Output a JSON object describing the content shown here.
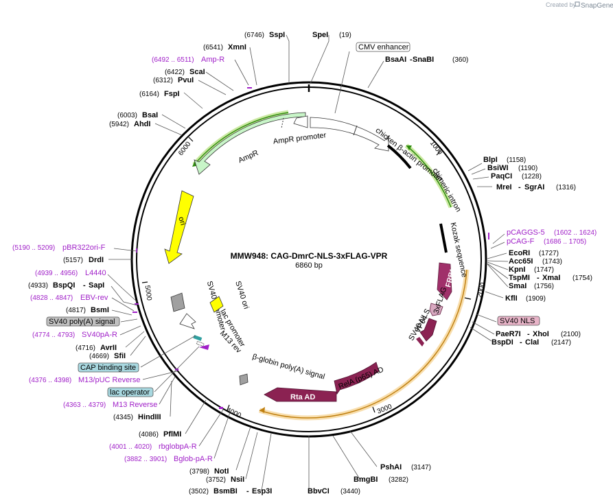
{
  "credit": {
    "prefix": "Created by",
    "brand": "SnapGene"
  },
  "map": {
    "name": "MMW948: CAG-DmrC-NLS-3xFLAG-VPR",
    "size_label": "6860 bp"
  },
  "ticks": [
    "1000",
    "2000",
    "3000",
    "4000",
    "5000",
    "6000"
  ],
  "sites": [
    {
      "name": "SspI",
      "pos": "(6746)"
    },
    {
      "name": "SpeI",
      "pos": "(19)"
    },
    {
      "name": "XmnI",
      "pos": "(6541)"
    },
    {
      "name": "BsaAI",
      "pos": "",
      "name2": "SnaBI",
      "pos2": "(360)"
    },
    {
      "name": "ScaI",
      "pos": "(6422)"
    },
    {
      "name": "PvuI",
      "pos": "(6312)"
    },
    {
      "name": "FspI",
      "pos": "(6164)"
    },
    {
      "name": "BsaI",
      "pos": "(6003)"
    },
    {
      "name": "AhdI",
      "pos": "(5942)"
    },
    {
      "name": "BlpI",
      "pos": "(1158)"
    },
    {
      "name": "BsiWI",
      "pos": "(1190)"
    },
    {
      "name": "PaqCI",
      "pos": "(1228)"
    },
    {
      "name": "MreI",
      "pos": "",
      "name2": "SgrAI",
      "pos2": "(1316)"
    },
    {
      "name": "EcoRI",
      "pos": "(1727)"
    },
    {
      "name": "Acc65I",
      "pos": "(1743)"
    },
    {
      "name": "KpnI",
      "pos": "(1747)"
    },
    {
      "name": "TspMI",
      "pos": "",
      "name2": "XmaI",
      "pos2": "(1754)"
    },
    {
      "name": "SmaI",
      "pos": "(1756)"
    },
    {
      "name": "KflI",
      "pos": "(1909)"
    },
    {
      "name": "PaeR7I",
      "pos": "",
      "name2": "XhoI",
      "pos2": "(2100)"
    },
    {
      "name": "BspDI",
      "pos": "",
      "name2": "ClaI",
      "pos2": "(2147)"
    },
    {
      "name": "DrdI",
      "pos": "(5157)"
    },
    {
      "name": "BspQI",
      "pos": "(4933)",
      "name2": "SapI",
      "pos2": ""
    },
    {
      "name": "BsmI",
      "pos": "(4817)"
    },
    {
      "name": "AvrII",
      "pos": "(4716)"
    },
    {
      "name": "SfiI",
      "pos": "(4669)"
    },
    {
      "name": "HindIII",
      "pos": "(4345)"
    },
    {
      "name": "PflMI",
      "pos": "(4086)"
    },
    {
      "name": "NotI",
      "pos": "(3798)"
    },
    {
      "name": "NsiI",
      "pos": "(3752)"
    },
    {
      "name": "BsmBI",
      "pos": "(3502)",
      "name2": "Esp3I",
      "pos2": ""
    },
    {
      "name": "BbvCI",
      "pos": "(3440)"
    },
    {
      "name": "BmgBI",
      "pos": "(3282)"
    },
    {
      "name": "PshAI",
      "pos": "(3147)"
    }
  ],
  "primers": [
    {
      "name": "Amp-R",
      "pos": "(6492 .. 6511)"
    },
    {
      "name": "pCAGGS-5",
      "pos": "(1602 .. 1624)"
    },
    {
      "name": "pCAG-F",
      "pos": "(1686 .. 1705)"
    },
    {
      "name": "pBR322ori-F",
      "pos": "(5190 .. 5209)"
    },
    {
      "name": "L4440",
      "pos": "(4939 .. 4956)"
    },
    {
      "name": "EBV-rev",
      "pos": "(4828 .. 4847)"
    },
    {
      "name": "SV40pA-R",
      "pos": "(4774 .. 4793)"
    },
    {
      "name": "M13/pUC Reverse",
      "pos": "(4376 .. 4398)"
    },
    {
      "name": "M13 Reverse",
      "pos": "(4363 .. 4379)"
    },
    {
      "name": "rbglobpA-R",
      "pos": "(4001 .. 4020)"
    },
    {
      "name": "Bglob-pA-R",
      "pos": "(3882 .. 3901)"
    }
  ],
  "boxed_features": [
    {
      "name": "CMV enhancer",
      "color": "#ffffff"
    },
    {
      "name": "SV40 NLS",
      "color": "#e8b4c8"
    },
    {
      "name": "SV40 poly(A) signal",
      "color": "#c0c0c0"
    },
    {
      "name": "CAP binding site",
      "color": "#a8d8e0"
    },
    {
      "name": "lac operator",
      "color": "#a8d8e0"
    }
  ],
  "features": {
    "ampr_promoter": "AmpR promoter",
    "ampr": "AmpR",
    "ori": "ori",
    "chicken_actin": "chicken β-actin promoter",
    "chimeric_intron": "chimeric intron",
    "kozak": "Kozak sequence",
    "frb": "FRB*",
    "flag": "3xFLAG",
    "sv40nls_inner": "SV40 NLS",
    "vp64": "VP64",
    "rela": "RelA (p65) AD",
    "rta": "Rta AD",
    "bglobin": "β-globin poly(A) signal",
    "sv40_promoter": "SV40 promoter",
    "sv40_ori": "SV40 ori",
    "lac_promoter": "lac promoter",
    "m13rev": "M13 rev"
  },
  "colors": {
    "backbone": "#000000",
    "ampr": "#c8f5c8",
    "ori": "#ffff00",
    "insert": "#8b2252",
    "frb": "#a0306a",
    "primer": "#a020c8",
    "yellow_arc": "#f5a623",
    "green_arc": "#2e8b0e"
  }
}
